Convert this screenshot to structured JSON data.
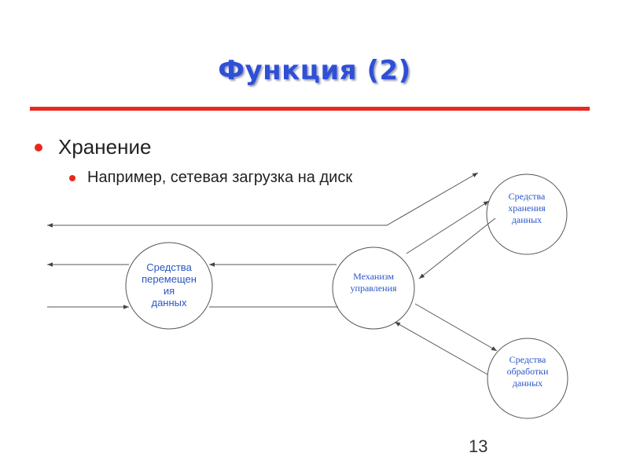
{
  "slide": {
    "title": "Функция (2)",
    "page_number": "13",
    "bullets": [
      {
        "text": "Хранение"
      },
      {
        "text": "Например, сетевая загрузка на диск"
      }
    ]
  },
  "diagram": {
    "nodes": {
      "transport": {
        "lines": [
          "Средства",
          "перемещен",
          "ия",
          "данных"
        ]
      },
      "control": {
        "lines": [
          "Механизм",
          "управления"
        ]
      },
      "storage": {
        "lines": [
          "Средства",
          "хранения",
          "данных"
        ]
      },
      "processing": {
        "lines": [
          "Средства",
          "обработки",
          "данных"
        ]
      }
    }
  }
}
